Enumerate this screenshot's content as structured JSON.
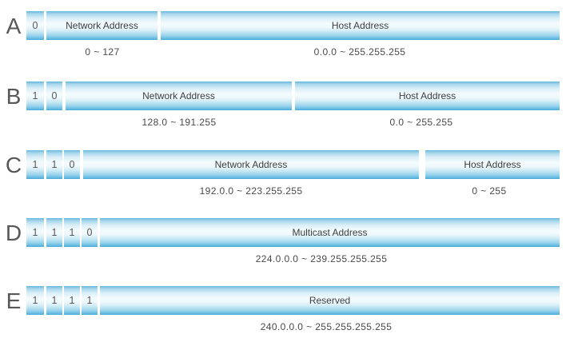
{
  "diagram_type": "ip-address-class-structure",
  "colors": {
    "bar_gradient_top": "#69b6de",
    "bar_gradient_middle": "#f3fbfd",
    "bar_gradient_bottom": "#4fa6d4",
    "bar_text": "#3d3e40",
    "label_text": "#48494b",
    "letter_text": "#57585a",
    "background": "#ffffff"
  },
  "rows": [
    {
      "letter": "A",
      "bits": [
        "0"
      ],
      "segments": [
        {
          "label": "Network Address",
          "range": "0 ~ 127"
        },
        {
          "label": "Host Address",
          "range": "0.0.0 ~ 255.255.255"
        }
      ]
    },
    {
      "letter": "B",
      "bits": [
        "1",
        "0"
      ],
      "segments": [
        {
          "label": "Network Address",
          "range": "128.0 ~ 191.255"
        },
        {
          "label": "Host Address",
          "range": "0.0 ~ 255.255"
        }
      ]
    },
    {
      "letter": "C",
      "bits": [
        "1",
        "1",
        "0"
      ],
      "segments": [
        {
          "label": "Network Address",
          "range": "192.0.0 ~ 223.255.255"
        },
        {
          "label": "Host Address",
          "range": "0 ~ 255"
        }
      ]
    },
    {
      "letter": "D",
      "bits": [
        "1",
        "1",
        "1",
        "0"
      ],
      "segments": [
        {
          "label": "Multicast Address",
          "range": "224.0.0.0 ~ 239.255.255.255"
        }
      ]
    },
    {
      "letter": "E",
      "bits": [
        "1",
        "1",
        "1",
        "1"
      ],
      "segments": [
        {
          "label": "Reserved",
          "range": "240.0.0.0 ~ 255.255.255.255"
        }
      ]
    }
  ]
}
